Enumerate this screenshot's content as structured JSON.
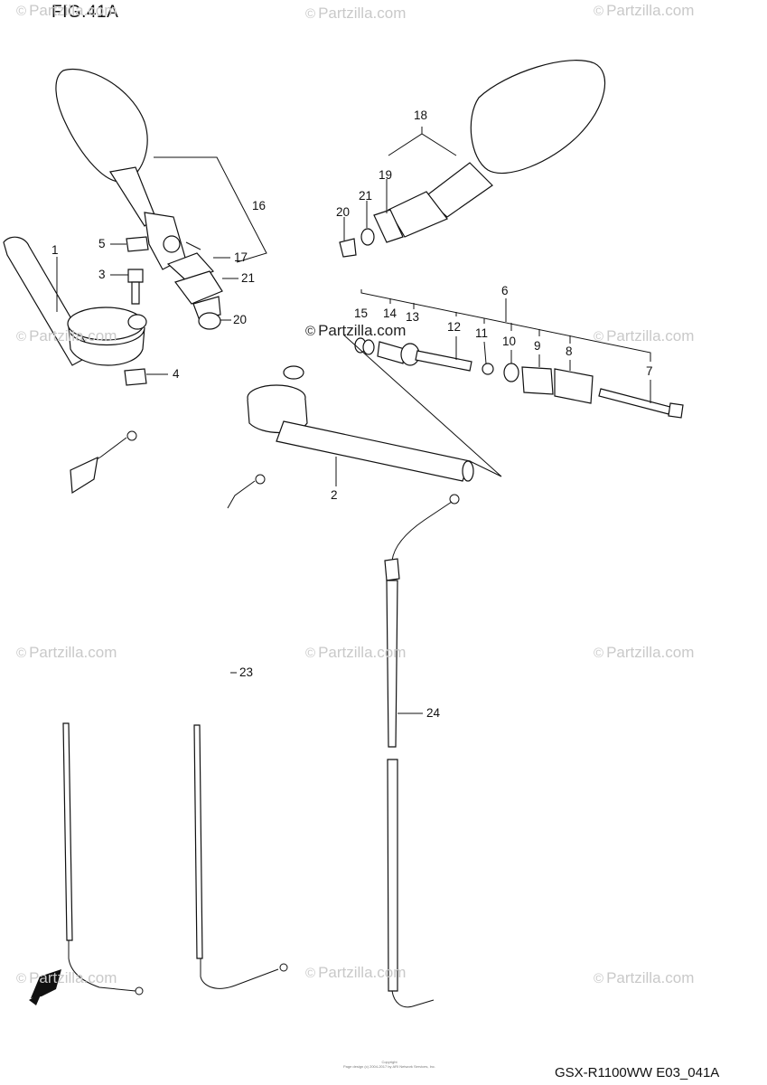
{
  "figure": {
    "title": "FIG.41A",
    "model": "GSX-R1100WW    E03_041A"
  },
  "footer": {
    "copyright": "Copyright",
    "notice": "Page design (c) 2004-2017 by ARI Network Services, Inc."
  },
  "watermarks": [
    {
      "id": "wm-1",
      "text": "Partzilla.com"
    },
    {
      "id": "wm-2",
      "text": "Partzilla.com"
    },
    {
      "id": "wm-3",
      "text": "Partzilla.com"
    },
    {
      "id": "wm-4",
      "text": "Partzilla.com"
    },
    {
      "id": "wm-5",
      "text": "Partzilla.com"
    },
    {
      "id": "wm-6",
      "text": "Partzilla.com"
    },
    {
      "id": "wm-7",
      "text": "Partzilla.com"
    },
    {
      "id": "wm-8",
      "text": "Partzilla.com"
    },
    {
      "id": "wm-9",
      "text": "Partzilla.com"
    },
    {
      "id": "wm-10",
      "text": "Partzilla.com"
    },
    {
      "id": "wm-11",
      "text": "Partzilla.com"
    },
    {
      "id": "wm-12",
      "text": "Partzilla.com"
    }
  ],
  "callouts": [
    {
      "id": "c1",
      "text": "1"
    },
    {
      "id": "c2",
      "text": "2"
    },
    {
      "id": "c3",
      "text": "3"
    },
    {
      "id": "c4",
      "text": "4"
    },
    {
      "id": "c5",
      "text": "5"
    },
    {
      "id": "c6",
      "text": "6"
    },
    {
      "id": "c7",
      "text": "7"
    },
    {
      "id": "c8",
      "text": "8"
    },
    {
      "id": "c9",
      "text": "9"
    },
    {
      "id": "c10",
      "text": "10"
    },
    {
      "id": "c11",
      "text": "11"
    },
    {
      "id": "c12",
      "text": "12"
    },
    {
      "id": "c13",
      "text": "13"
    },
    {
      "id": "c14",
      "text": "14"
    },
    {
      "id": "c15",
      "text": "15"
    },
    {
      "id": "c16",
      "text": "16"
    },
    {
      "id": "c17",
      "text": "17"
    },
    {
      "id": "c18",
      "text": "18"
    },
    {
      "id": "c19",
      "text": "19"
    },
    {
      "id": "c20a",
      "text": "20"
    },
    {
      "id": "c20b",
      "text": "20"
    },
    {
      "id": "c21a",
      "text": "21"
    },
    {
      "id": "c21b",
      "text": "21"
    },
    {
      "id": "c23",
      "text": "23"
    },
    {
      "id": "c24",
      "text": "24"
    }
  ]
}
